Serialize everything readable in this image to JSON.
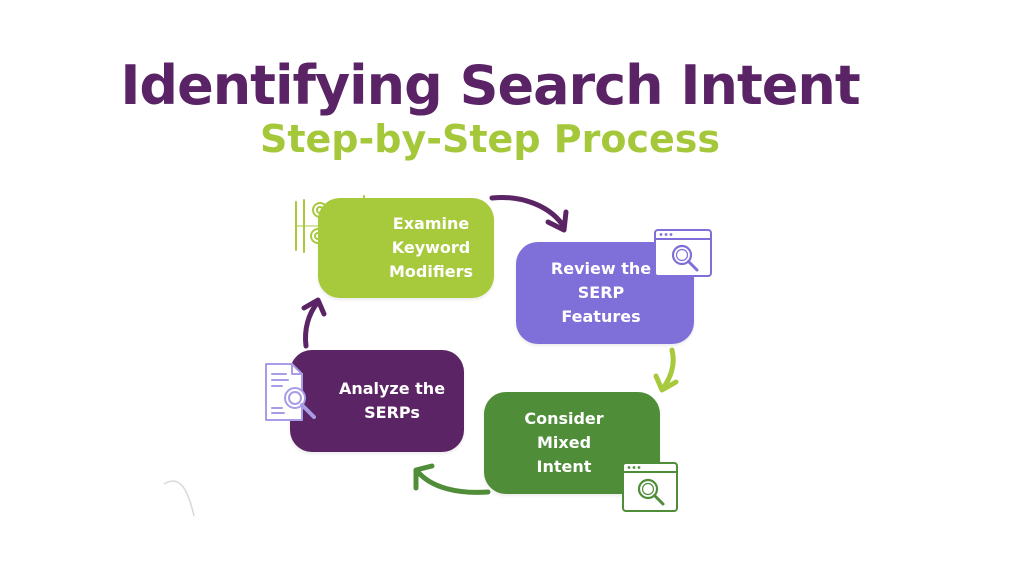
{
  "header": {
    "title": "Identifying Search Intent",
    "subtitle": "Step-by-Step Process"
  },
  "steps": [
    {
      "label_lines": [
        "Examine",
        "Keyword",
        "Modifiers"
      ],
      "icon": "gears-hand-icon",
      "color": "#a7c93c"
    },
    {
      "label_lines": [
        "Review the",
        "SERP",
        "Features"
      ],
      "icon": "browser-search-icon",
      "color": "#7f6fd8"
    },
    {
      "label_lines": [
        "Consider",
        "Mixed",
        "Intent"
      ],
      "icon": "browser-search-icon",
      "color": "#4f8d39"
    },
    {
      "label_lines": [
        "Analyze the",
        "SERPs"
      ],
      "icon": "document-search-icon",
      "color": "#5b2464"
    }
  ],
  "colors": {
    "title": "#5a2366",
    "subtitle": "#a4c83a",
    "arrow_purple": "#5b2464",
    "arrow_green": "#a7c93c",
    "arrow_dark_green": "#4f8d39"
  }
}
